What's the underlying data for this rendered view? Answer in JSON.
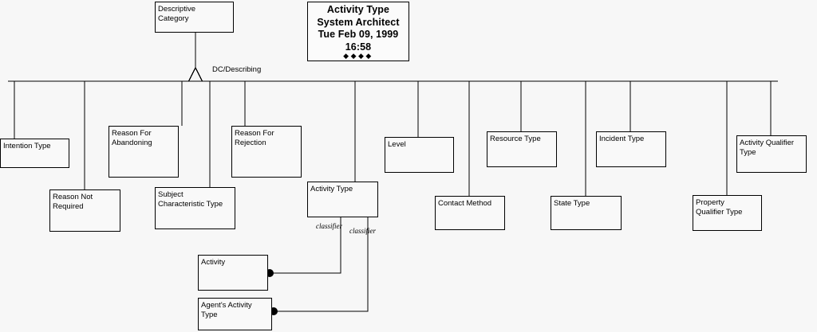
{
  "diagram": {
    "title_box": {
      "name": "Activity Type",
      "tool": "System Architect",
      "date": "Tue Feb 09, 1999",
      "time": "16:58",
      "diamonds": "◆◆◆◆"
    },
    "root": {
      "label": "Descriptive\nCategory"
    },
    "generalization": {
      "label": "DC/Describing"
    },
    "subtypes": [
      {
        "label": "Intention Type"
      },
      {
        "label": "Reason For\nAbandoning"
      },
      {
        "label": "Reason Not\nRequired"
      },
      {
        "label": "Subject\nCharacteristic Type"
      },
      {
        "label": "Reason For\nRejection"
      },
      {
        "label": "Activity Type"
      },
      {
        "label": "Level"
      },
      {
        "label": "Contact Method"
      },
      {
        "label": "Resource Type"
      },
      {
        "label": "State Type"
      },
      {
        "label": "Incident Type"
      },
      {
        "label": "Property\nQualifier Type"
      },
      {
        "label": "Activity Qualifier\nType"
      }
    ],
    "associated": [
      {
        "label": "Activity"
      },
      {
        "label": "Agent's Activity\nType"
      }
    ],
    "role_labels": [
      {
        "label": "classifier"
      },
      {
        "label": "classifier"
      }
    ],
    "colors": {
      "background": "#f7f7f7",
      "line": "#000000",
      "box_fill": "#f9f9f9",
      "text": "#000000"
    }
  }
}
